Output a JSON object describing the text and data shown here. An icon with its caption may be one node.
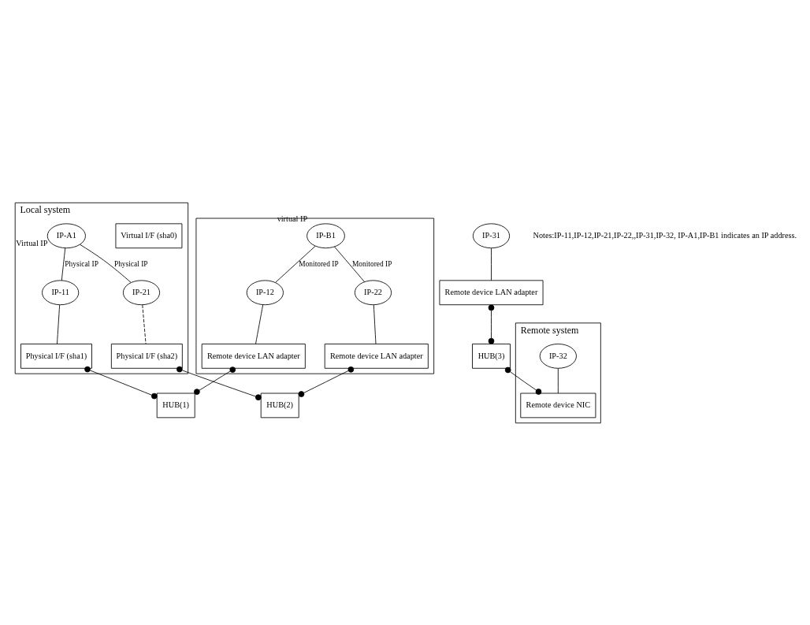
{
  "diagram": {
    "nodes": [
      {
        "text": [
          "Local system"
        ]
      },
      {
        "text": [
          "Virtual I/F (sha0)"
        ],
        "in": 0
      },
      {
        "text": [
          "IP-A1"
        ],
        "in": 0,
        "beside": [
          "Virtual IP"
        ]
      },
      {
        "text": [
          "IP-11"
        ],
        "in": 0
      },
      {
        "text": [
          "IP-21"
        ],
        "in": 0
      },
      {
        "text": [
          "Physical I/F (sha1)"
        ],
        "in": 0
      },
      {
        "text": [
          "Physical I/F (sha2)"
        ],
        "in": 0
      },
      {
        "text": [],
        "shape": "box"
      },
      {
        "text": [
          "IP-B1"
        ],
        "in": 7,
        "beside": [
          "virtual IP"
        ]
      },
      {
        "text": [
          "IP-12"
        ],
        "in": 7
      },
      {
        "text": [
          "IP-22"
        ],
        "in": 7
      },
      {
        "text": [
          "Remote device LAN adapter"
        ],
        "in": 7
      },
      {
        "text": [
          "Remote device LAN adapter"
        ],
        "in": 7
      },
      {
        "text": [
          "IP-31"
        ]
      },
      {
        "text": [
          "Remote device LAN adapter"
        ]
      },
      {
        "text": [
          "HUB(1)"
        ]
      },
      {
        "text": [
          "HUB(2)"
        ]
      },
      {
        "text": [
          "HUB(3)"
        ]
      },
      {
        "text": [
          "Remote system"
        ]
      },
      {
        "text": [
          "Remote device NIC"
        ],
        "in": 18
      },
      {
        "text": [
          "IP-32"
        ],
        "in": 18
      }
    ],
    "edges": [
      {
        "from": 2,
        "to": 3,
        "arrow": "none",
        "label": "Physical IP"
      },
      {
        "from": 2,
        "to": 4,
        "arrow": "none",
        "label": "Physical IP"
      },
      {
        "from": 3,
        "to": 5,
        "arrow": "none"
      },
      {
        "from": 4,
        "to": 6,
        "arrow": "none",
        "style": "dashed"
      },
      {
        "from": 8,
        "to": 9,
        "arrow": "none",
        "label": "Monitored IP"
      },
      {
        "from": 8,
        "to": 10,
        "arrow": "none",
        "label": "Monitored IP"
      },
      {
        "from": 9,
        "to": 11,
        "arrow": "none"
      },
      {
        "from": 10,
        "to": 12,
        "arrow": "none"
      },
      {
        "from": 13,
        "to": 14,
        "arrow": "none"
      },
      {
        "from": 5,
        "to": 15,
        "arrow": "other"
      },
      {
        "from": 6,
        "to": 16,
        "arrow": "other"
      },
      {
        "from": 11,
        "to": 15,
        "arrow": "other"
      },
      {
        "from": 12,
        "to": 16,
        "arrow": "other"
      },
      {
        "from": 14,
        "to": 17,
        "arrow": "other"
      },
      {
        "from": 17,
        "to": 19,
        "arrow": "other"
      },
      {
        "from": 20,
        "to": 19,
        "arrow": "none"
      }
    ],
    "labels": [
      "Notes:IP-11,IP-12,IP-21,IP-22,,IP-31,IP-32, IP-A1,IP-B1 indicates an IP address."
    ]
  }
}
